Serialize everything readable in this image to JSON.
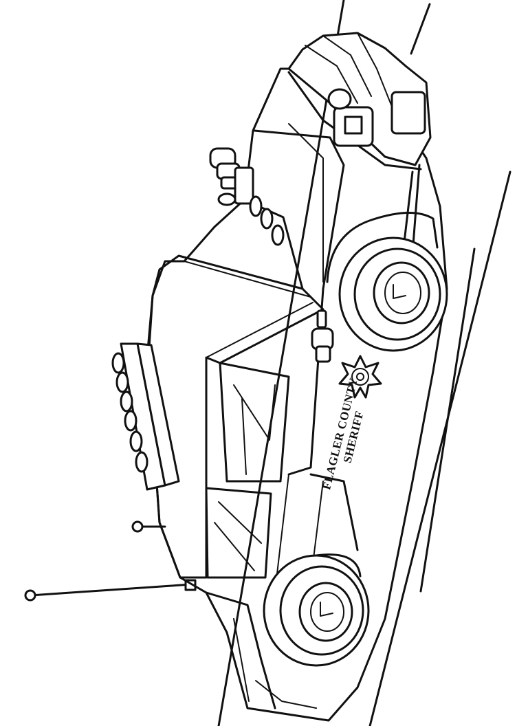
{
  "artwork": {
    "subject": "police-car-coloring-page",
    "door_lettering": {
      "line1": "FLAGLER COUNTY",
      "line2": "SHERIFF"
    },
    "badge": {
      "shape": "star",
      "points": 7
    },
    "colors": {
      "ink": "#111111",
      "paper": "#ffffff"
    }
  }
}
